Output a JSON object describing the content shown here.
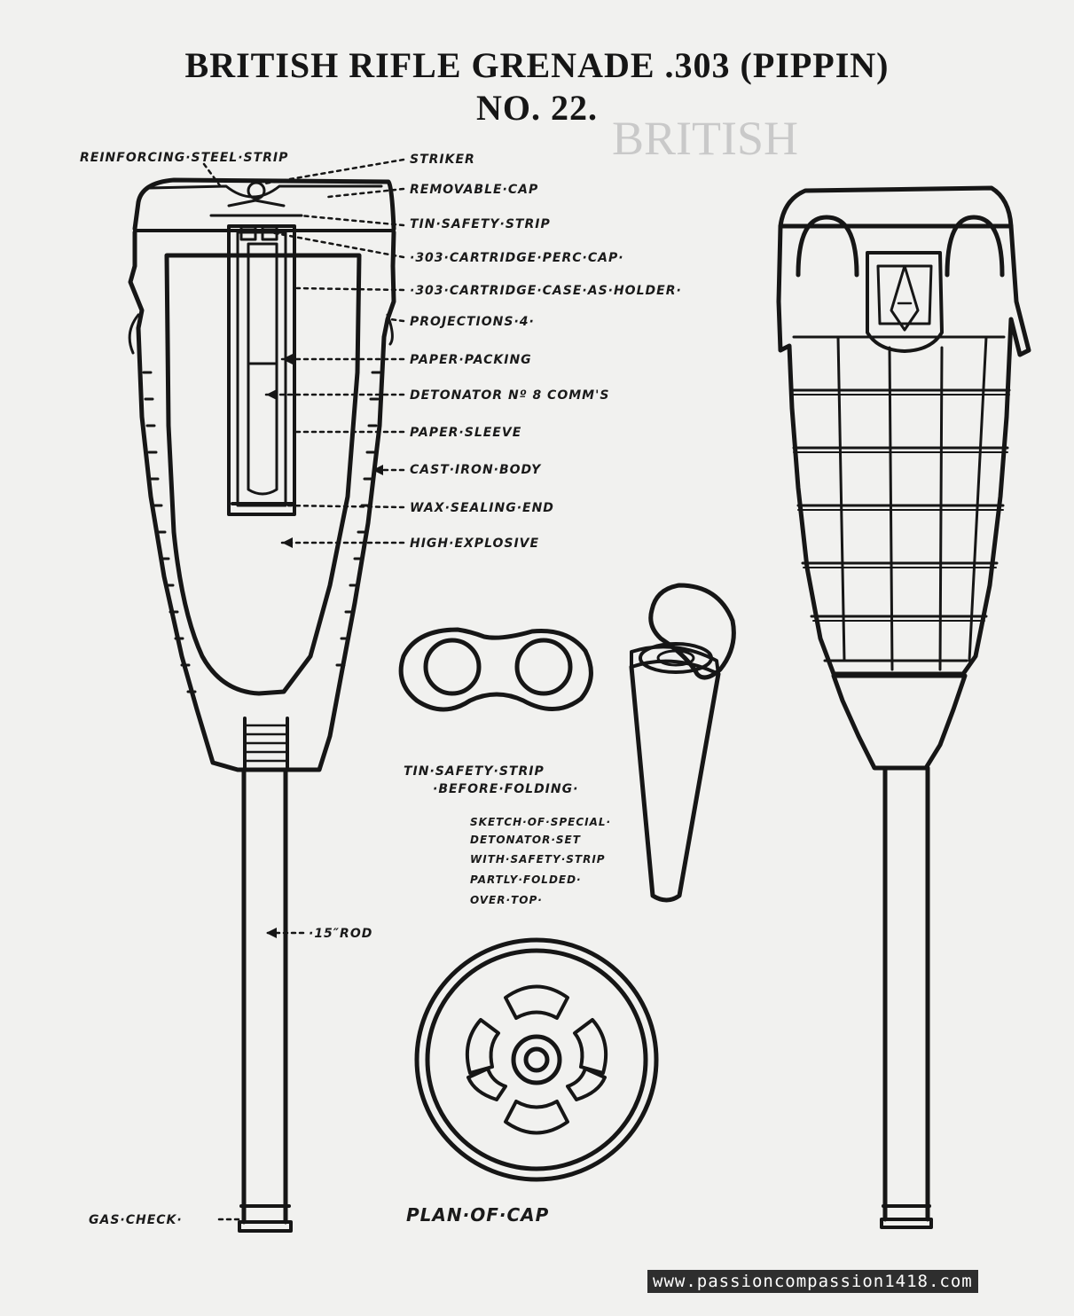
{
  "title": {
    "line1": "BRITISH RIFLE GRENADE .303 (PIPPIN)",
    "line2": "NO. 22."
  },
  "callouts": {
    "reinforcing_strip": "REINFORCING·STEEL·STRIP",
    "striker": "STRIKER",
    "removable_cap": "REMOVABLE·CAP",
    "tin_safety_strip": "TIN·SAFETY·STRIP",
    "perc_cap": "·303·CARTRIDGE·PERC·CAP·",
    "case_holder": "·303·CARTRIDGE·CASE·AS·HOLDER·",
    "projections": "PROJECTIONS·4·",
    "paper_packing": "PAPER·PACKING",
    "detonator": "DETONATOR  Nº 8 COMM'S",
    "paper_sleeve": "PAPER·SLEEVE",
    "cast_iron_body": "CAST·IRON·BODY",
    "wax_sealing_end": "WAX·SEALING·END",
    "high_explosive": "HIGH·EXPLOSIVE",
    "rod": "·15″ROD",
    "gas_check": "GAS·CHECK·"
  },
  "captions": {
    "strip_before": [
      "TIN·SAFETY·STRIP",
      "·BEFORE·FOLDING·"
    ],
    "detonator_sketch": [
      "SKETCH·OF·SPECIAL·",
      "DETONATOR·SET",
      "WITH·SAFETY·STRIP",
      "PARTLY·FOLDED·",
      "OVER·TOP·"
    ],
    "plan_of_cap": "PLAN·OF·CAP"
  },
  "watermark": "www.passioncompassion1418.com",
  "colors": {
    "ink": "#161616",
    "paper": "#f1f1ef",
    "ghost_text": "#c9c9c9"
  }
}
